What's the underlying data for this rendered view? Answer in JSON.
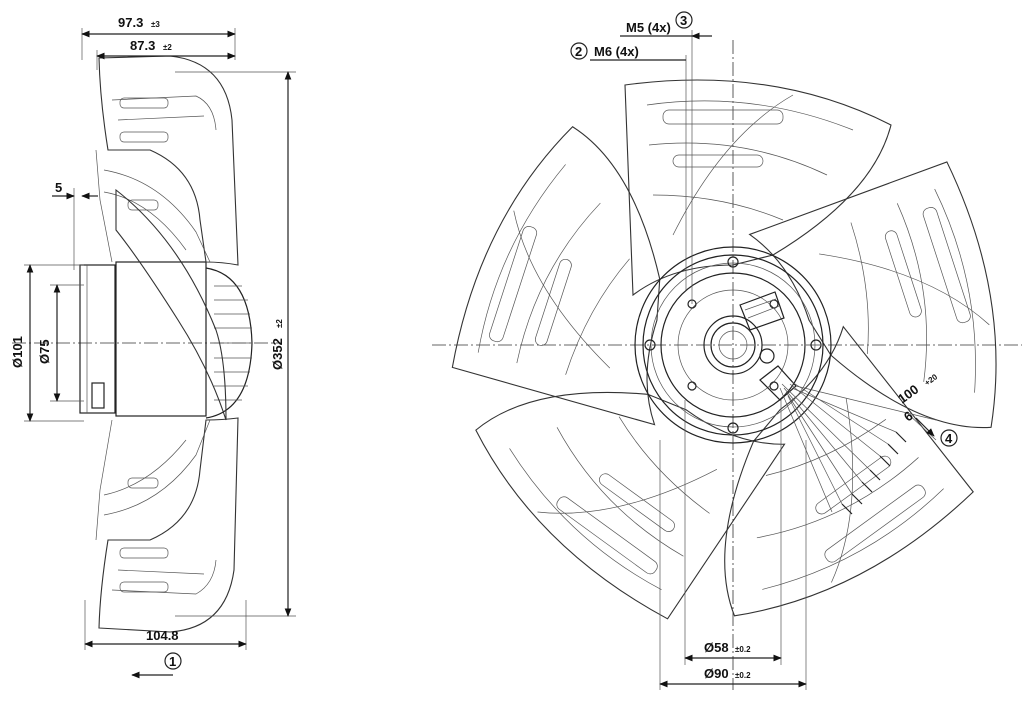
{
  "dimensions": {
    "overall_width": {
      "value": "97.3",
      "tol": "±3"
    },
    "blade_width": {
      "value": "87.3",
      "tol": "±2"
    },
    "offset": "5",
    "dia_101": "Ø101",
    "dia_75": "Ø75",
    "dia_352": {
      "value": "Ø352",
      "tol": "±2"
    },
    "depth": "104.8",
    "dia_58": {
      "value": "Ø58",
      "tol": "±0.2"
    },
    "dia_90": {
      "value": "Ø90",
      "tol": "±0.2"
    },
    "thread_m5": "M5 (4x)",
    "thread_m6": "M6 (4x)",
    "cable_length": {
      "value": "100",
      "tol": "+20"
    },
    "cable_strip": "6"
  },
  "callouts": {
    "c1": "1",
    "c2": "2",
    "c3": "3",
    "c4": "4"
  }
}
